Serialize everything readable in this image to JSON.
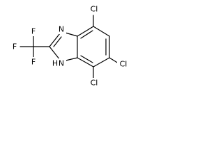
{
  "molecule": {
    "atoms": {
      "cl_top": "Cl",
      "cl_right": "Cl",
      "cl_bottom": "Cl",
      "f_left": "F",
      "f_top": "F",
      "f_bottom": "F",
      "n_top": "N",
      "nh_bottom": "N",
      "h_bottom": "H"
    },
    "colors": {
      "bonds": "#000000",
      "labels": "#000000",
      "background": "#ffffff"
    }
  }
}
